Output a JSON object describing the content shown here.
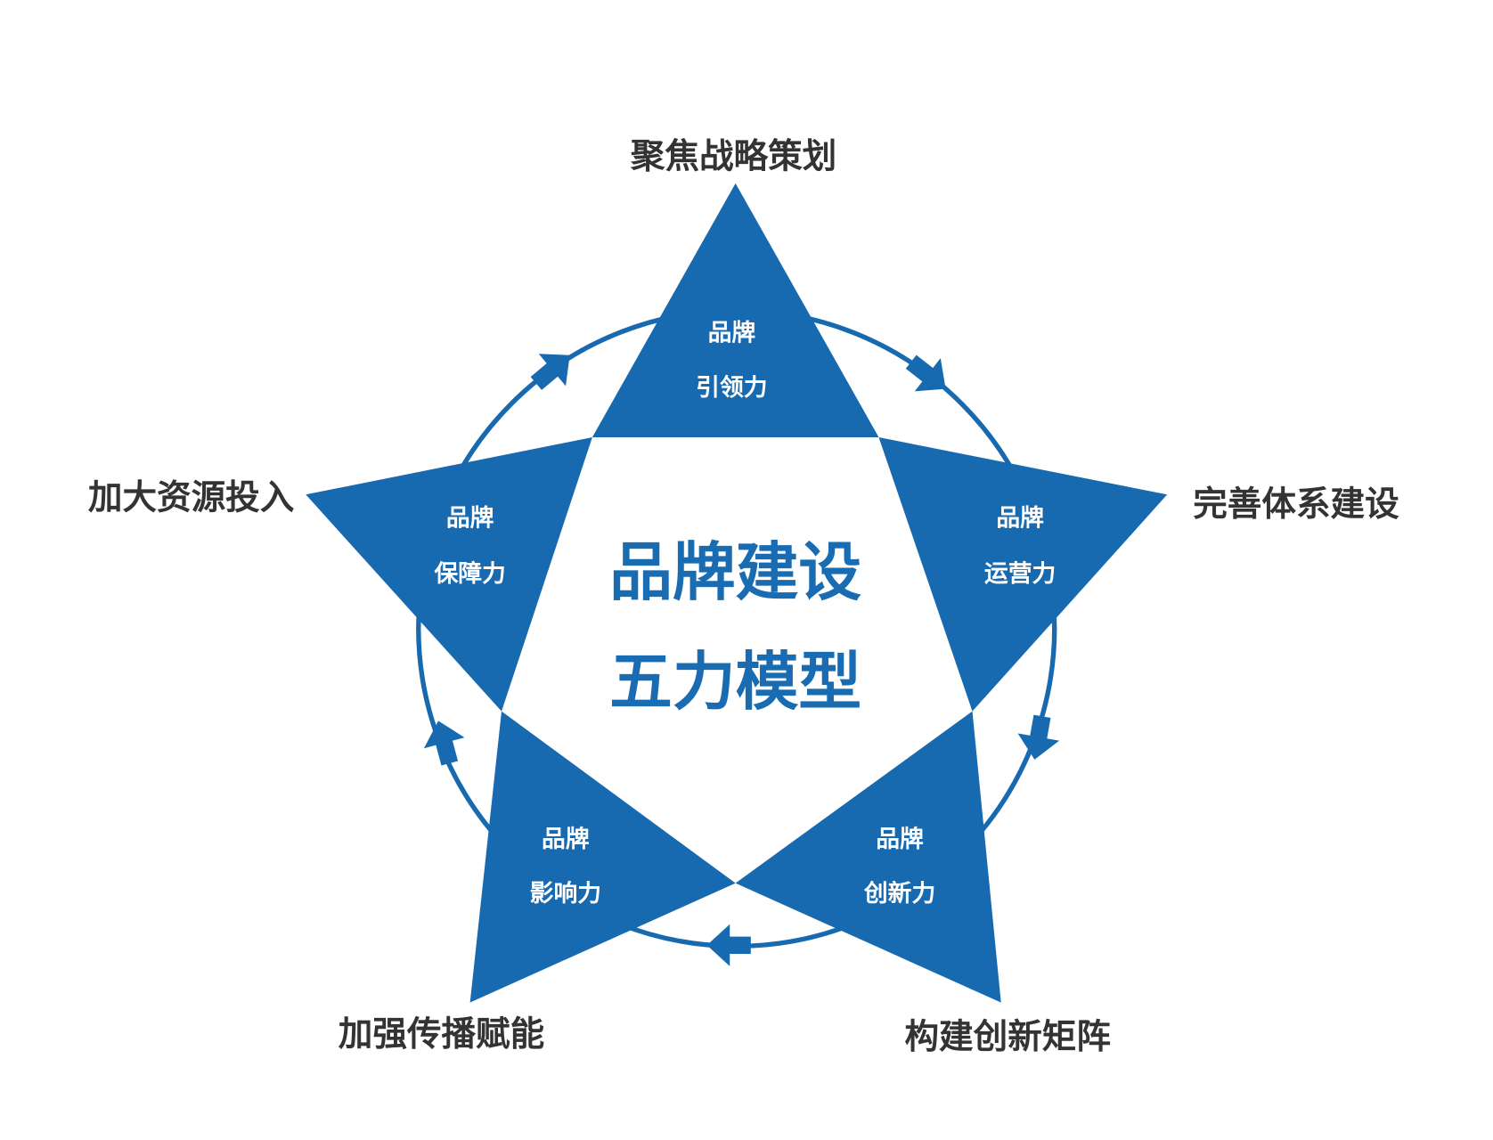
{
  "title": {
    "line1": "品牌建设",
    "line2": "五力模型"
  },
  "colors": {
    "star": "#1769b0",
    "text": "#333333",
    "title": "#1a6cb2"
  },
  "points": [
    {
      "outer_label": "聚焦战略策划",
      "inner_top": "品牌",
      "inner_bottom": "引领力"
    },
    {
      "outer_label": "完善体系建设",
      "inner_top": "品牌",
      "inner_bottom": "运营力"
    },
    {
      "outer_label": "构建创新矩阵",
      "inner_top": "品牌",
      "inner_bottom": "创新力"
    },
    {
      "outer_label": "加强传播赋能",
      "inner_top": "品牌",
      "inner_bottom": "影响力"
    },
    {
      "outer_label": "加大资源投入",
      "inner_top": "品牌",
      "inner_bottom": "保障力"
    }
  ]
}
